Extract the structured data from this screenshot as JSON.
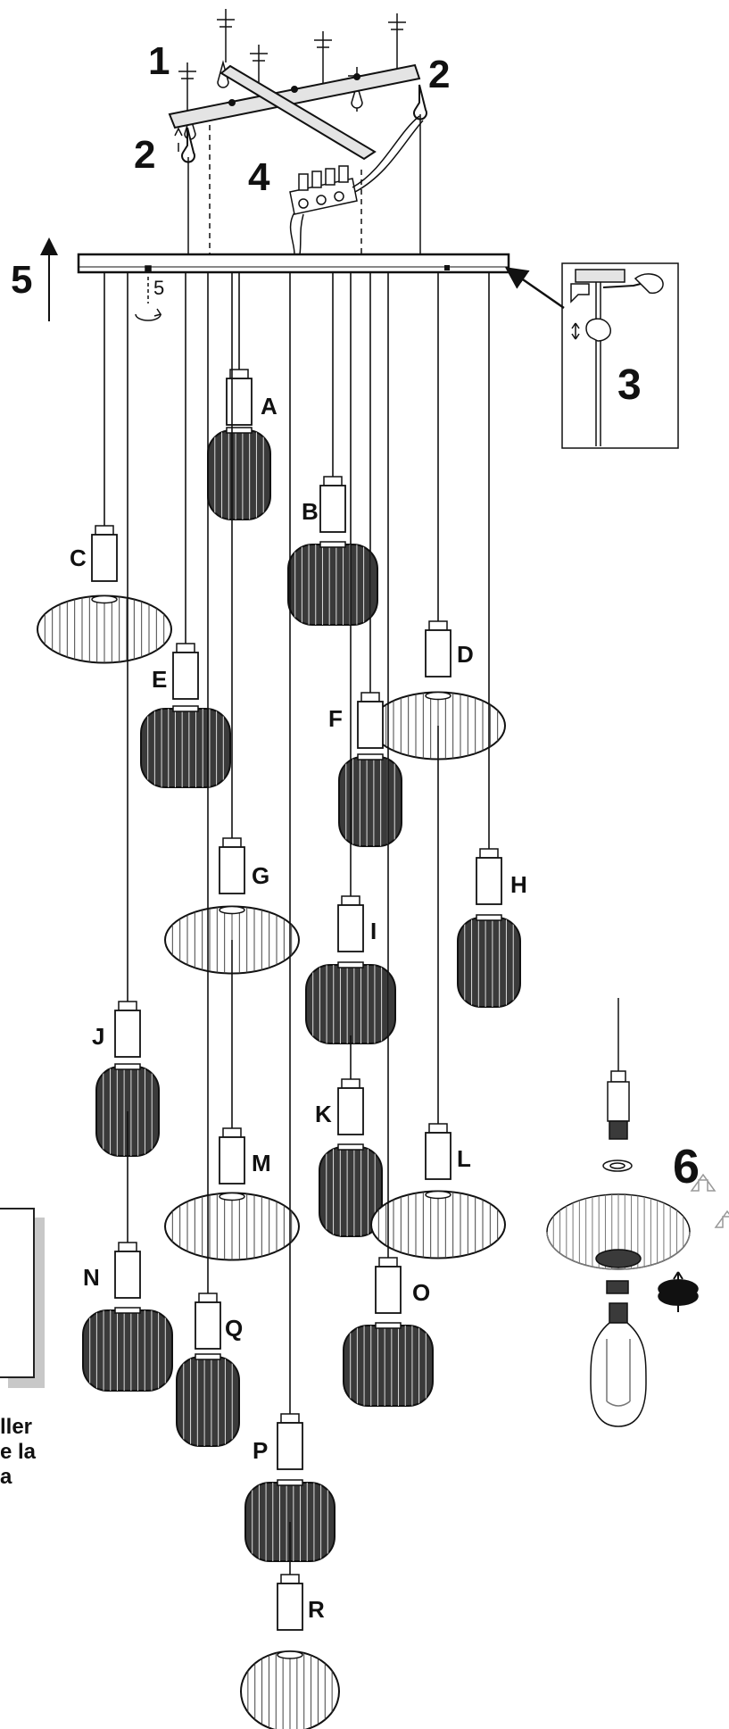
{
  "steps": {
    "s1": "1",
    "s2a": "2",
    "s2b": "2",
    "s3": "3",
    "s4": "4",
    "s5": "5",
    "s5small": "5",
    "s6": "6"
  },
  "lamps": [
    {
      "label": "A",
      "shade": "cylinder"
    },
    {
      "label": "B",
      "shade": "barrel"
    },
    {
      "label": "C",
      "shade": "disc"
    },
    {
      "label": "D",
      "shade": "disc"
    },
    {
      "label": "E",
      "shade": "barrel"
    },
    {
      "label": "F",
      "shade": "cylinder"
    },
    {
      "label": "G",
      "shade": "disc"
    },
    {
      "label": "H",
      "shade": "cylinder"
    },
    {
      "label": "I",
      "shade": "barrel"
    },
    {
      "label": "J",
      "shade": "cylinder"
    },
    {
      "label": "K",
      "shade": "cylinder"
    },
    {
      "label": "L",
      "shade": "disc"
    },
    {
      "label": "M",
      "shade": "disc"
    },
    {
      "label": "N",
      "shade": "barrel"
    },
    {
      "label": "O",
      "shade": "barrel"
    },
    {
      "label": "P",
      "shade": "barrel"
    },
    {
      "label": "Q",
      "shade": "cylinder"
    },
    {
      "label": "R",
      "shade": "globe"
    }
  ],
  "side_note_fragments": [
    "ller",
    "e la",
    "a"
  ],
  "colors": {
    "line": "#111111",
    "bracket": "#e4e4e4",
    "glass_dark": "#3a3a3a",
    "glass_light": "#ffffff",
    "shadow": "#c8c8c8"
  }
}
